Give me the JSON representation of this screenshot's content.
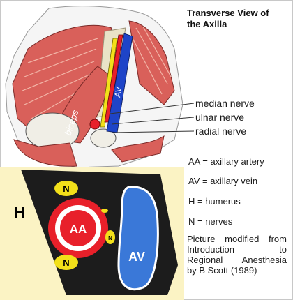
{
  "title": [
    "Transverse View of",
    "the Axilla"
  ],
  "anatomy_labels": {
    "biceps": "biceps",
    "av": "AV"
  },
  "nerve_labels": {
    "median": "median nerve",
    "ulnar": "ulnar nerve",
    "radial": "radial nerve"
  },
  "legend": [
    "AA = axillary artery",
    "AV = axillary vein",
    "H = humerus",
    "N = nerves"
  ],
  "credit_lines": [
    "Picture modified from",
    "Introduction to",
    "Regional Anesthesia",
    "by B Scott (1989)"
  ],
  "cross_section": {
    "humerus": "H",
    "artery": "AA",
    "vein": "AV",
    "nerve_top": "N",
    "nerve_small": "N",
    "nerve_bottom": "N"
  },
  "colors": {
    "muscle": "#d9605a",
    "artery": "#e8202a",
    "vein": "#3a78d8",
    "nerve": "#f2e01a",
    "background_panel": "#fbf3c4",
    "tissue": "#1c1c1c"
  }
}
